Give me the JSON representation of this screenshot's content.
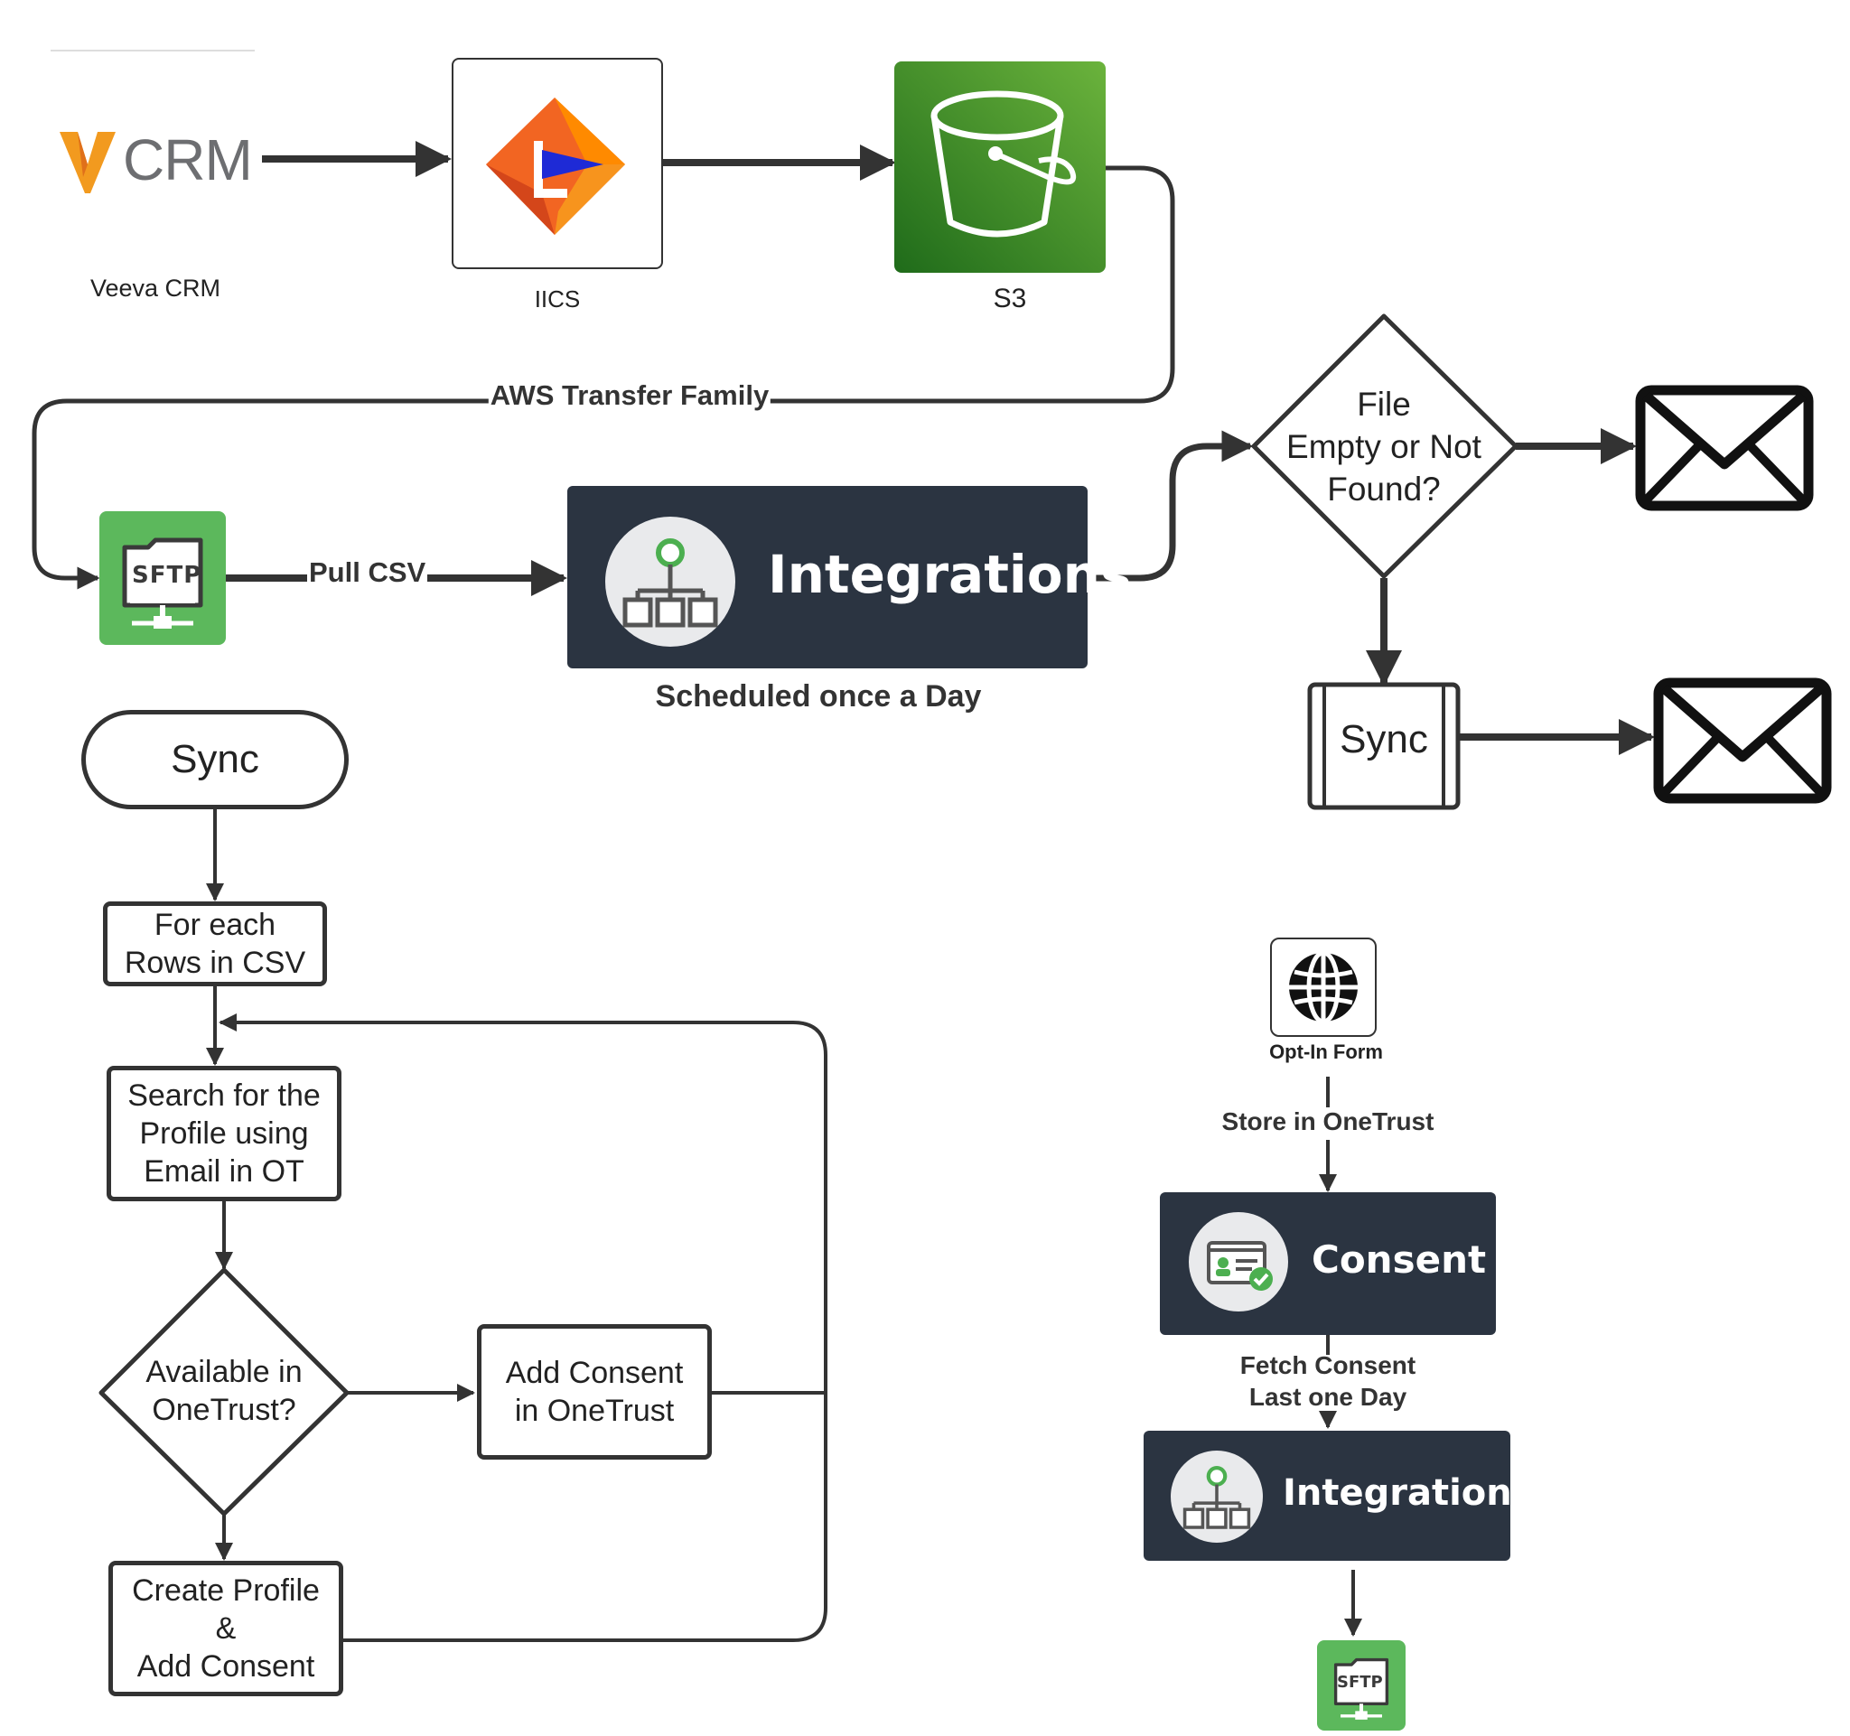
{
  "colors": {
    "line": "#333333",
    "dark_card": "#2b3441",
    "s3_green_dark": "#1f6b1a",
    "s3_green_light": "#6bb33c",
    "sftp_green": "#5cb85c",
    "veeva_orange": "#f29a1f",
    "crm_gray": "#6d6e71",
    "iics_orange": "#f26522",
    "iics_blue": "#1e2ad6"
  },
  "top_flow": {
    "veeva": {
      "logo_text": "CRM",
      "caption": "Veeva CRM",
      "icon": "veeva-v-logo"
    },
    "iics": {
      "caption": "IICS",
      "icon": "informatica-iics-logo"
    },
    "s3": {
      "caption": "S3",
      "icon": "s3-bucket-icon"
    },
    "transfer_label": "AWS Transfer Family",
    "sftp": {
      "text": "SFTP",
      "icon": "sftp-server-icon"
    },
    "pull_label": "Pull CSV",
    "integrations": {
      "title": "Integrations",
      "caption": "Scheduled once a Day",
      "icon": "integration-hierarchy-icon"
    },
    "decision": "File\nEmpty or Not\nFound?",
    "sync_process": "Sync",
    "mail_icons": [
      "envelope-icon",
      "envelope-icon"
    ]
  },
  "sync_flow": {
    "start": "Sync",
    "for_each": "For each\nRows in CSV",
    "search": "Search for the\nProfile using\nEmail in OT",
    "decision": "Available in\nOneTrust?",
    "add_consent": "Add Consent\nin OneTrust",
    "create_profile": "Create Profile\n&\nAdd Consent"
  },
  "consent_flow": {
    "optin": {
      "caption": "Opt-In Form",
      "icon": "globe-icon"
    },
    "store_label": "Store in OneTrust",
    "consent": {
      "title": "Consent",
      "icon": "consent-id-card-icon"
    },
    "fetch_label": "Fetch Consent\nLast one Day",
    "integrations": {
      "title": "Integrations",
      "icon": "integration-hierarchy-icon"
    },
    "sftp": {
      "text": "SFTP",
      "icon": "sftp-server-icon"
    }
  }
}
